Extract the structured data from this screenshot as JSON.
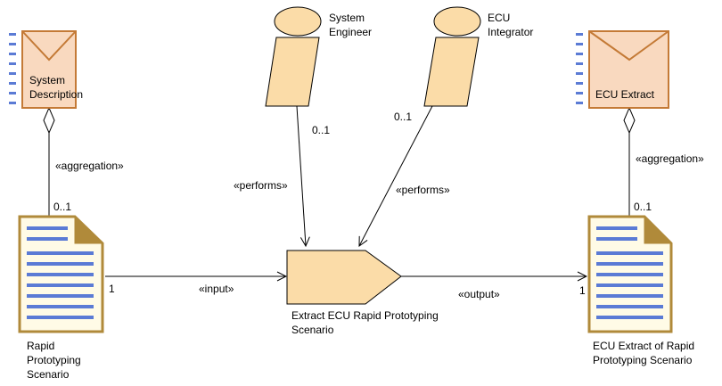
{
  "colors": {
    "artifact_fill": "#f9d9bf",
    "artifact_stroke": "#c47a36",
    "role_fill": "#fbdca8",
    "task_fill": "#fbdca8",
    "doc_fill": "#fffbe6",
    "doc_stroke": "#b08a3a",
    "doc_line": "#5b7bd5",
    "edge": "#000000"
  },
  "nodes": {
    "system_description": {
      "label_1": "System",
      "label_2": "Description",
      "icon": "envelope-icon"
    },
    "ecu_extract": {
      "label_1": "ECU Extract",
      "icon": "envelope-icon"
    },
    "system_engineer": {
      "label_1": "System",
      "label_2": "Engineer",
      "icon": "role-icon"
    },
    "ecu_integrator": {
      "label_1": "ECU",
      "label_2": "Integrator",
      "icon": "role-icon"
    },
    "task": {
      "label_1": "Extract ECU Rapid Prototyping",
      "label_2": "Scenario"
    },
    "rapid_prototyping_scenario": {
      "label_1": "Rapid",
      "label_2": "Prototyping",
      "label_3": "Scenario",
      "icon": "document-icon"
    },
    "ecu_extract_of_rps": {
      "label_1": "ECU Extract of Rapid",
      "label_2": "Prototyping Scenario",
      "icon": "document-icon"
    }
  },
  "edges": {
    "agg_left": {
      "stereotype": "«aggregation»",
      "multiplicity": "0..1"
    },
    "agg_right": {
      "stereotype": "«aggregation»",
      "multiplicity": "0..1"
    },
    "performs_left": {
      "stereotype": "«performs»",
      "multiplicity": "0..1"
    },
    "performs_right": {
      "stereotype": "«performs»",
      "multiplicity": "0..1"
    },
    "input": {
      "stereotype": "«input»",
      "multiplicity": "1"
    },
    "output": {
      "stereotype": "«output»",
      "multiplicity": "1"
    }
  }
}
